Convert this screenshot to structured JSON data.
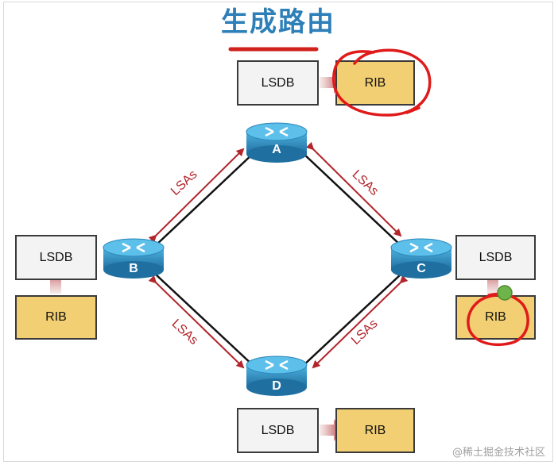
{
  "title": "生成路由",
  "colors": {
    "title": "#2d7fb8",
    "title_underline": "#d0211c",
    "lsas": "#b2252b",
    "rib_fill": "#f2cf72",
    "lsdb_fill": "#f3f3f3",
    "router": "#2f8fc0",
    "annotation": "#e01a1a"
  },
  "routers": {
    "a": "A",
    "b": "B",
    "c": "C",
    "d": "D"
  },
  "links": {
    "ab": "LSAs",
    "ac": "LSAs",
    "bd": "LSAs",
    "cd": "LSAs"
  },
  "boxes": {
    "top_lsdb": "LSDB",
    "top_rib": "RIB",
    "left_lsdb": "LSDB",
    "left_rib": "RIB",
    "right_lsdb": "LSDB",
    "right_rib": "RIB",
    "bottom_lsdb": "LSDB",
    "bottom_rib": "RIB"
  },
  "watermark": "@稀土掘金技术社区"
}
